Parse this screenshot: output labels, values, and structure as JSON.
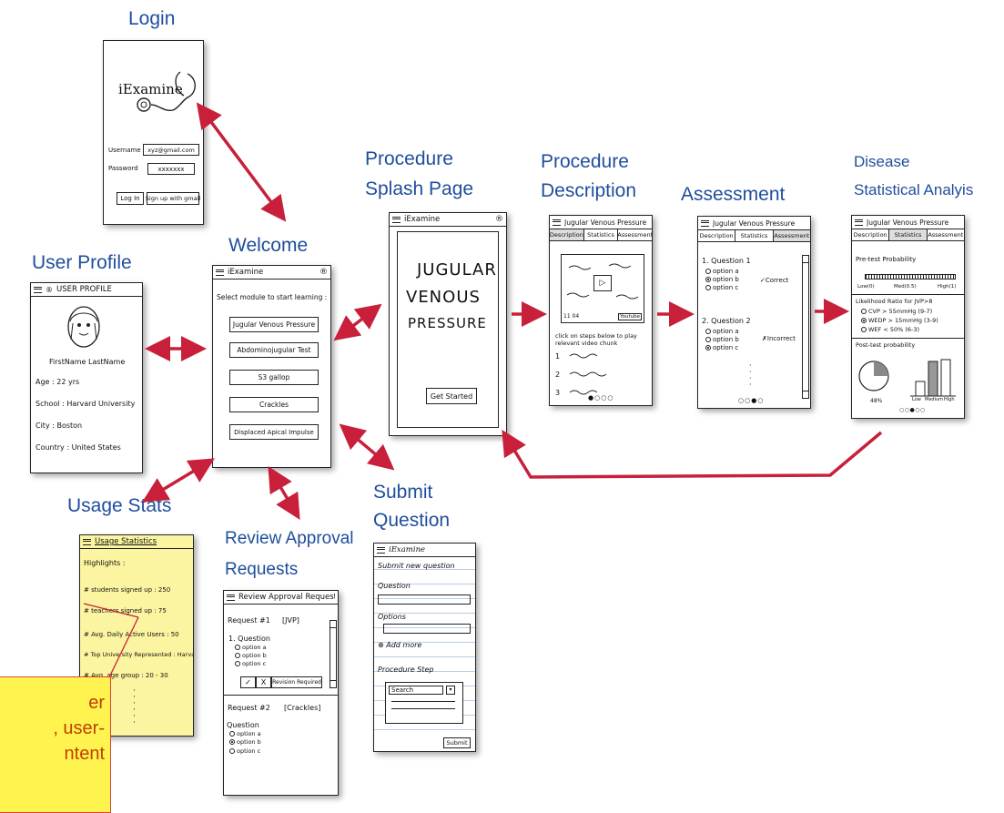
{
  "captions": {
    "login": "Login",
    "welcome": "Welcome",
    "user_profile": "User Profile",
    "usage_stats": "Usage Stats",
    "review_approval_1": "Review Approval",
    "review_approval_2": "Requests",
    "submit_question_1": "Submit",
    "submit_question_2": "Question",
    "splash_1": "Procedure",
    "splash_2": "Splash Page",
    "description_1": "Procedure",
    "description_2": "Description",
    "assessment": "Assessment",
    "disease_1": "Disease",
    "disease_2": "Statistical Analyis"
  },
  "colors": {
    "caption": "#1f4e9c",
    "arrow": "#c8203a",
    "note_bg": "#fff44f",
    "note_text": "#c04000"
  },
  "login": {
    "logo": "iExamine",
    "username_label": "Username",
    "username_value": "xyz@gmail.com",
    "password_label": "Password",
    "password_value": "xxxxxxx",
    "login_button": "Log In",
    "signup_button": "Sign up with gmail"
  },
  "welcome": {
    "app_title": "iExamine",
    "badge": "®",
    "prompt": "Select module to start learning :",
    "modules": [
      "Jugular Venous Pressure",
      "Abdominojugular Test",
      "S3 gallop",
      "Crackles",
      "Displaced Apical Impulse"
    ]
  },
  "profile": {
    "title": "USER PROFILE",
    "name": "FirstName  LastName",
    "fields": [
      "Age :  22 yrs",
      "School : Harvard University",
      "City :  Boston",
      "Country : United States"
    ]
  },
  "usage": {
    "title": "Usage Statistics",
    "highlights": "Highlights :",
    "rows": [
      "# students signed up : 250",
      "# teachers signed up : 75",
      "# Avg. Daily Active Users :  50",
      "# Top University Represented : Harvard",
      "# Avg. age group : 20 - 30"
    ]
  },
  "review": {
    "title": "Review Approval Requests",
    "request1": "Request #1",
    "request1_tag": "[JVP]",
    "question": "1. Question",
    "options": [
      "option a",
      "option b",
      "option c"
    ],
    "approve": "✓",
    "reject": "X",
    "revision": "Revision Required",
    "request2": "Request #2",
    "request2_tag": "[Crackles]",
    "question2": "Question"
  },
  "submit": {
    "app_title": "iExamine",
    "heading": "Submit new question",
    "question_label": "Question",
    "options_label": "Options",
    "add_more": "Add more",
    "procedure_label": "Procedure Step",
    "search": "Search",
    "submit_button": "Submit"
  },
  "splash": {
    "app_title": "iExamine",
    "badge": "®",
    "line1": "JUGULAR",
    "line2": "VENOUS",
    "line3": "PRESSURE",
    "button": "Get Started"
  },
  "description": {
    "title": "Jugular Venous Pressure",
    "tabs": [
      "Description",
      "Statistics",
      "Assessment"
    ],
    "video_time": "11 04",
    "video_badge": "Youtube",
    "instruction": "click on steps below to play relevant video chunk",
    "steps": [
      "1",
      "2",
      "3"
    ]
  },
  "assessment": {
    "title": "Jugular Venous Pressure",
    "tabs": [
      "Description",
      "Statistics",
      "Assessment"
    ],
    "q1": "1. Question 1",
    "q2": "2. Question 2",
    "options": [
      "option a",
      "option b",
      "option c"
    ],
    "correct": "Correct",
    "incorrect": "Incorrect"
  },
  "disease": {
    "title": "Jugular Venous Pressure",
    "tabs": [
      "Description",
      "Statistics",
      "Assessment"
    ],
    "pretest": "Pre-test Probability",
    "scale": [
      "Low(0)",
      "Med(0.5)",
      "High(1)"
    ],
    "lr_title": "Likelihood Ratio for JVP>8",
    "lr_items": [
      "CVP > 55mmHg  (9-7)",
      "WEDP > 15mmHg  (3-9)",
      "WEF < 50%  (6-3)"
    ],
    "post": "Post-test probability",
    "pct": "48%",
    "bar_labels": [
      "Low",
      "Medium",
      "High"
    ]
  },
  "note": {
    "line1": "er",
    "line2": ", user-",
    "line3": "ntent"
  }
}
